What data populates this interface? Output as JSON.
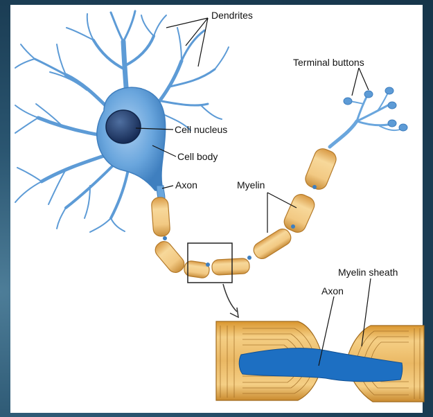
{
  "labels": {
    "dendrites": "Dendrites",
    "terminal_buttons": "Terminal buttons",
    "cell_nucleus": "Cell nucleus",
    "cell_body": "Cell body",
    "axon": "Axon",
    "myelin": "Myelin",
    "myelin_sheath": "Myelin sheath",
    "axon_detail": "Axon"
  },
  "colors": {
    "background": "#1d3f55",
    "panel": "#ffffff",
    "neuron_blue": "#6aa6dd",
    "neuron_blue_dark": "#3f7fbf",
    "nucleus": "#1e3c6e",
    "myelin": "#f2c983",
    "myelin_dark": "#c98f3c",
    "axon_core": "#1d6fc2"
  }
}
